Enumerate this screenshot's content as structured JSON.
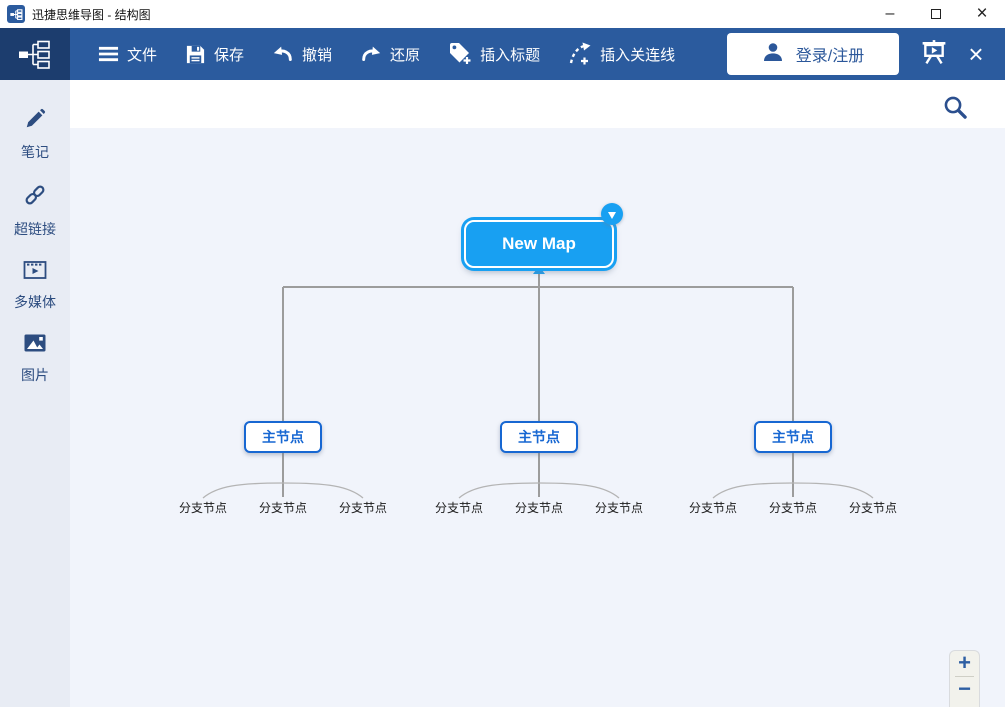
{
  "titlebar": {
    "title": "迅捷思维导图 - 结构图"
  },
  "icons": {
    "minimize_glyph": "–",
    "close_glyph": "×",
    "zoom_in_glyph": "+",
    "zoom_out_glyph": "−"
  },
  "toolbar": {
    "buttons": [
      {
        "label": "文件",
        "icon": "menu-icon"
      },
      {
        "label": "保存",
        "icon": "save-icon"
      },
      {
        "label": "撤销",
        "icon": "undo-icon"
      },
      {
        "label": "还原",
        "icon": "redo-icon"
      },
      {
        "label": "插入标题",
        "icon": "tag-plus-icon"
      },
      {
        "label": "插入关连线",
        "icon": "relation-line-icon"
      }
    ],
    "login_label": "登录/注册"
  },
  "sidebar": {
    "items": [
      {
        "label": "笔记",
        "icon": "pencil-icon"
      },
      {
        "label": "超链接",
        "icon": "hyperlink-icon"
      },
      {
        "label": "多媒体",
        "icon": "multimedia-icon"
      },
      {
        "label": "图片",
        "icon": "image-icon"
      }
    ]
  },
  "canvas": {
    "root": "New Map",
    "groups": [
      {
        "main_label": "主节点",
        "branches": [
          "分支节点",
          "分支节点",
          "分支节点"
        ]
      },
      {
        "main_label": "主节点",
        "branches": [
          "分支节点",
          "分支节点",
          "分支节点"
        ]
      },
      {
        "main_label": "主节点",
        "branches": [
          "分支节点",
          "分支节点",
          "分支节点"
        ]
      }
    ]
  },
  "colors": {
    "toolbar_blue": "#2b5b9e",
    "logo_navy": "#1c3d6e",
    "root_node_azure": "#18a0f2",
    "main_node_blue": "#1767d2",
    "canvas_bg": "#f1f4fb",
    "sidebar_bg": "#e8ecf4",
    "connector_gray": "#9c9c9c"
  }
}
